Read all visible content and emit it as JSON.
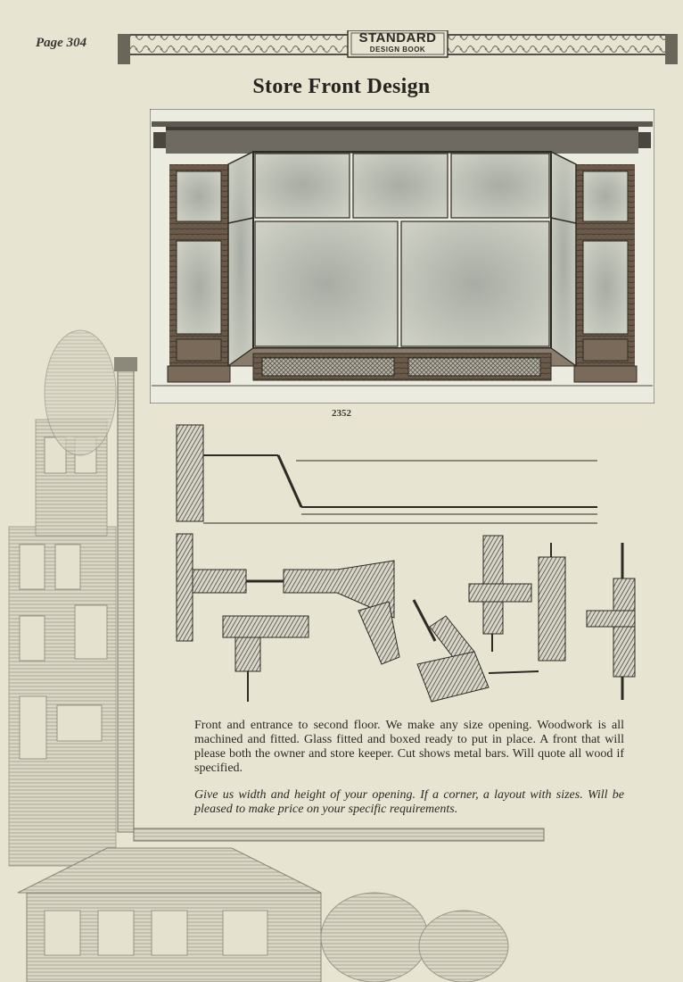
{
  "page": {
    "number_label": "Page 304",
    "logo_line1": "STANDARD",
    "logo_line2": "DESIGN BOOK",
    "title": "Store Front Design",
    "design_number": "2352"
  },
  "description": {
    "paragraph": "Front and entrance to second floor. We make any size opening. Woodwork is all machined and fitted. Glass fitted and boxed ready to put in place. A front that will please both the owner and store keeper. Cut shows metal bars. Will quote all wood if specified.",
    "note": "Give us width and height of your opening. If a corner, a layout with sizes. Will be pleased to make price on your specific requirements."
  },
  "colors": {
    "paper": "#e7e4d2",
    "ink": "#2a2822",
    "wood": "#5a4a3c",
    "glass": "#c4c8bc"
  }
}
